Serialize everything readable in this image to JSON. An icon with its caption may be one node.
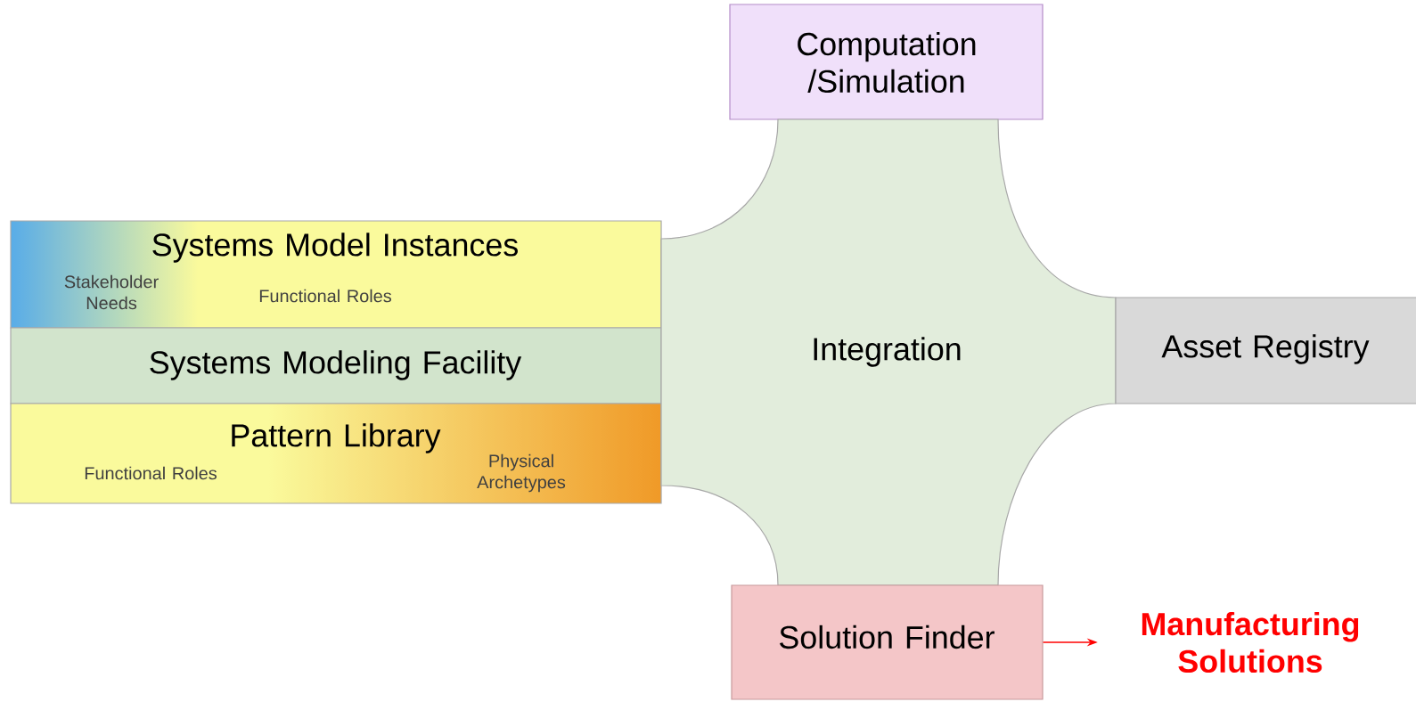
{
  "diagram": {
    "nodes": [
      {
        "text": [
          "Computation /Simulation"
        ]
      },
      {
        "text": [
          "Systems Model Instances",
          "Stakeholder Needs",
          "Functional Roles"
        ]
      },
      {
        "text": [
          "Systems Modeling Facility"
        ]
      },
      {
        "text": [
          "Pattern Library",
          "Functional Roles",
          "Physical Archetypes"
        ]
      },
      {
        "text": [
          "Integration"
        ]
      },
      {
        "text": [
          "Asset Registry"
        ]
      },
      {
        "text": [
          "Solution Finder"
        ]
      },
      {
        "text": [
          "Manufacturing Solutions"
        ]
      }
    ],
    "edges": [
      {
        "from": 6,
        "to": 7,
        "arrow": "to",
        "color": "#ff0000"
      }
    ]
  }
}
